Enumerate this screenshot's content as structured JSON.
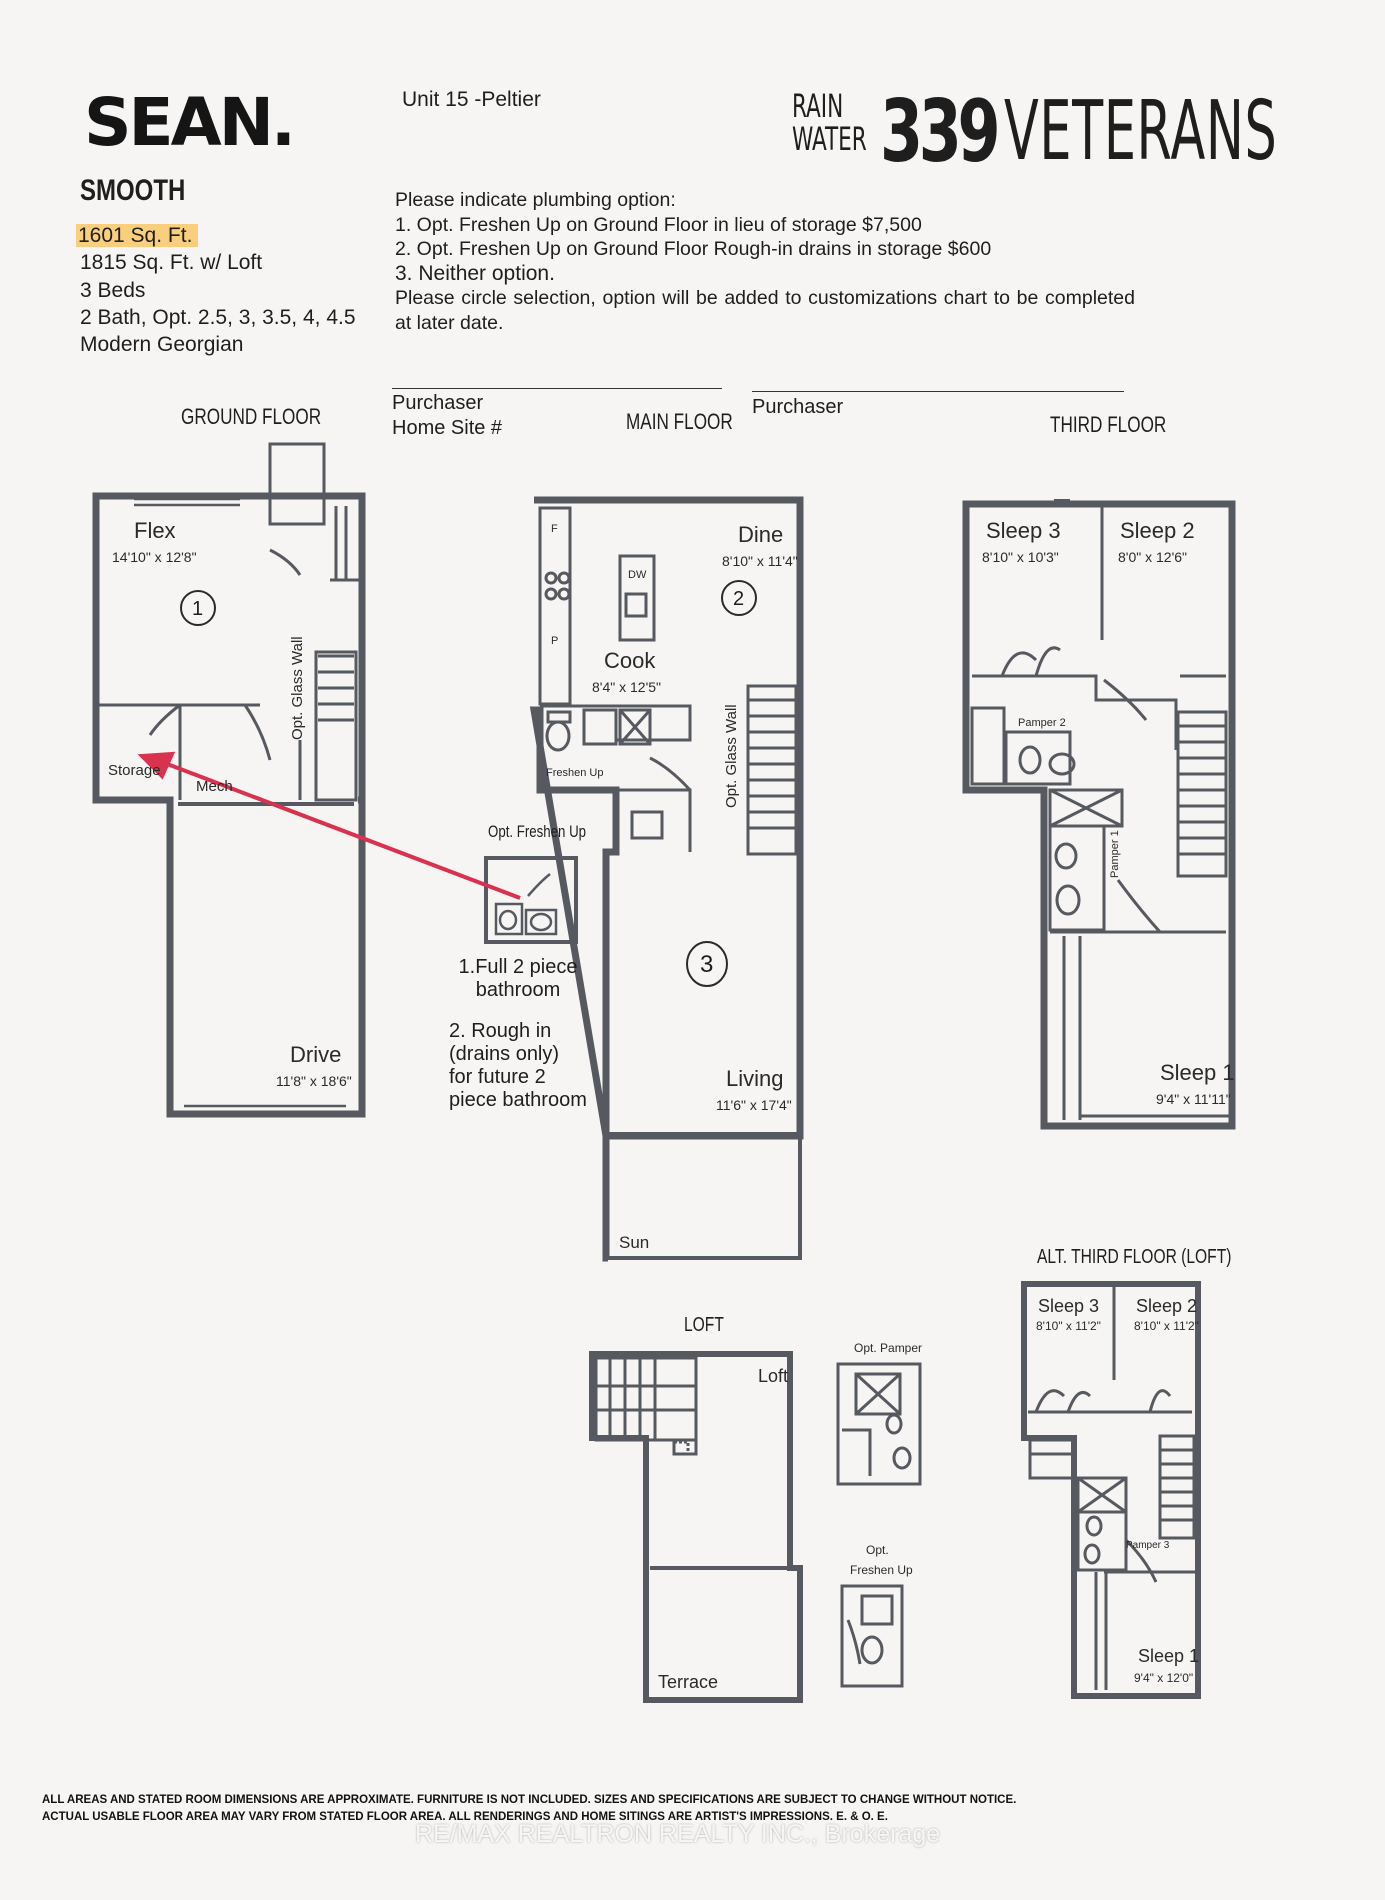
{
  "brand": "SEAN.",
  "model_name": "SMOOTH",
  "specs": {
    "sqft": "1601 Sq. Ft.",
    "sqft_loft": "1815 Sq. Ft. w/ Loft",
    "beds": "3 Beds",
    "baths": "2 Bath, Opt. 2.5, 3, 3.5, 4, 4.5",
    "style": "Modern Georgian"
  },
  "unit": "Unit 15 -Peltier",
  "logo": {
    "rain": "RAIN",
    "water": "WATER",
    "number": "339",
    "name": "VETERANS"
  },
  "plumbing": {
    "heading": "Please indicate plumbing option:",
    "option1": "1. Opt. Freshen Up on Ground Floor in lieu of storage $7,500",
    "option2": "2. Opt. Freshen Up on Ground Floor Rough-in drains in storage $600",
    "option3": "3.  Neither option.",
    "instruction": "Please circle selection, option will be added to customizations chart to be completed at later date."
  },
  "signature": {
    "purchaser_1": "Purchaser",
    "home_site": "Home Site #",
    "purchaser_2": "Purchaser"
  },
  "floors": {
    "ground": "GROUND FLOOR",
    "main": "MAIN FLOOR",
    "third": "THIRD FLOOR",
    "loft": "LOFT",
    "alt_third": "ALT. THIRD FLOOR (LOFT)"
  },
  "rooms": {
    "flex": "Flex",
    "flex_dim": "14'10\" x 12'8\"",
    "storage": "Storage",
    "mech": "Mech",
    "glass_wall": "Opt. Glass Wall",
    "drive": "Drive",
    "drive_dim": "11'8\" x 18'6\"",
    "dine": "Dine",
    "dine_dim": "8'10\" x 11'4\"",
    "cook": "Cook",
    "cook_dim": "8'4\" x 12'5\"",
    "dw": "DW",
    "f": "F",
    "p": "P",
    "freshen_up": "Freshen Up",
    "living": "Living",
    "living_dim": "11'6\" x 17'4\"",
    "sun": "Sun",
    "sleep3": "Sleep 3",
    "sleep3_dim": "8'10\" x 10'3\"",
    "sleep2": "Sleep 2",
    "sleep2_dim": "8'0\" x 12'6\"",
    "pamper2": "Pamper 2",
    "pamper1": "Pamper 1",
    "sleep1": "Sleep 1",
    "sleep1_dim": "9'4\" x 11'11\"",
    "loft": "Loft",
    "terrace": "Terrace",
    "opt_pamper": "Opt. Pamper",
    "opt": "Opt.",
    "freshen_up2": "Freshen Up",
    "alt_sleep3": "Sleep 3",
    "alt_sleep3_dim": "8'10\" x 11'2\"",
    "alt_sleep2": "Sleep 2",
    "alt_sleep2_dim": "8'10\" x 11'2\"",
    "pamper3": "Pamper 3",
    "alt_sleep1": "Sleep 1",
    "alt_sleep1_dim": "9'4\" x 12'0\""
  },
  "annotations": {
    "opt_freshen_up": "Opt. Freshen Up",
    "opt1_line1": "1.Full 2 piece",
    "opt1_line2": "bathroom",
    "opt2_line1": "2. Rough in",
    "opt2_line2": "(drains only)",
    "opt2_line3": "for future 2",
    "opt2_line4": "piece bathroom",
    "circle1": "1",
    "circle2": "2",
    "circle3": "3"
  },
  "disclaimer": {
    "line1": "ALL AREAS AND STATED ROOM DIMENSIONS ARE APPROXIMATE. FURNITURE IS NOT INCLUDED. SIZES AND SPECIFICATIONS ARE SUBJECT TO CHANGE WITHOUT NOTICE.",
    "line2": "ACTUAL USABLE FLOOR AREA MAY VARY FROM STATED FLOOR AREA. ALL RENDERINGS AND HOME SITINGS ARE ARTIST'S IMPRESSIONS. E. & O. E."
  },
  "watermark": "RE/MAX REALTRON REALTY INC., Brokerage",
  "colors": {
    "wall": "#56595f",
    "arrow": "#d9324e",
    "highlight": "#f9cf7e"
  }
}
